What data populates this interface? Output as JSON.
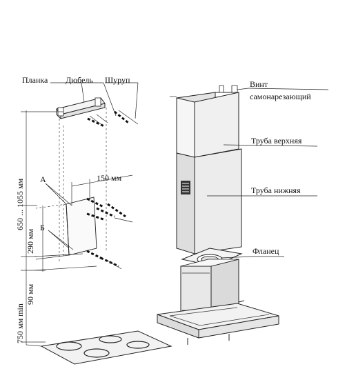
{
  "labels": {
    "strip": "Планка",
    "dowel": "Дюбель",
    "screw": "Шуруп",
    "self_tapping_screw_line1": "Винт",
    "self_tapping_screw_line2": "самонарезающий",
    "upper_pipe": "Труба верхняя",
    "lower_pipe": "Труба нижняя",
    "flange": "Фланец",
    "point_a": "А",
    "point_b": "Б"
  },
  "dimensions": {
    "width_150": "150 мм",
    "height_range": "650 ... 1055 мм",
    "height_290": "290 мм",
    "height_90": "90 мм",
    "height_750": "750 мм min"
  },
  "colors": {
    "line": "#222222",
    "hood_side": "#dcdcdc",
    "hood_front": "#ebebeb",
    "grille": "#333333"
  }
}
